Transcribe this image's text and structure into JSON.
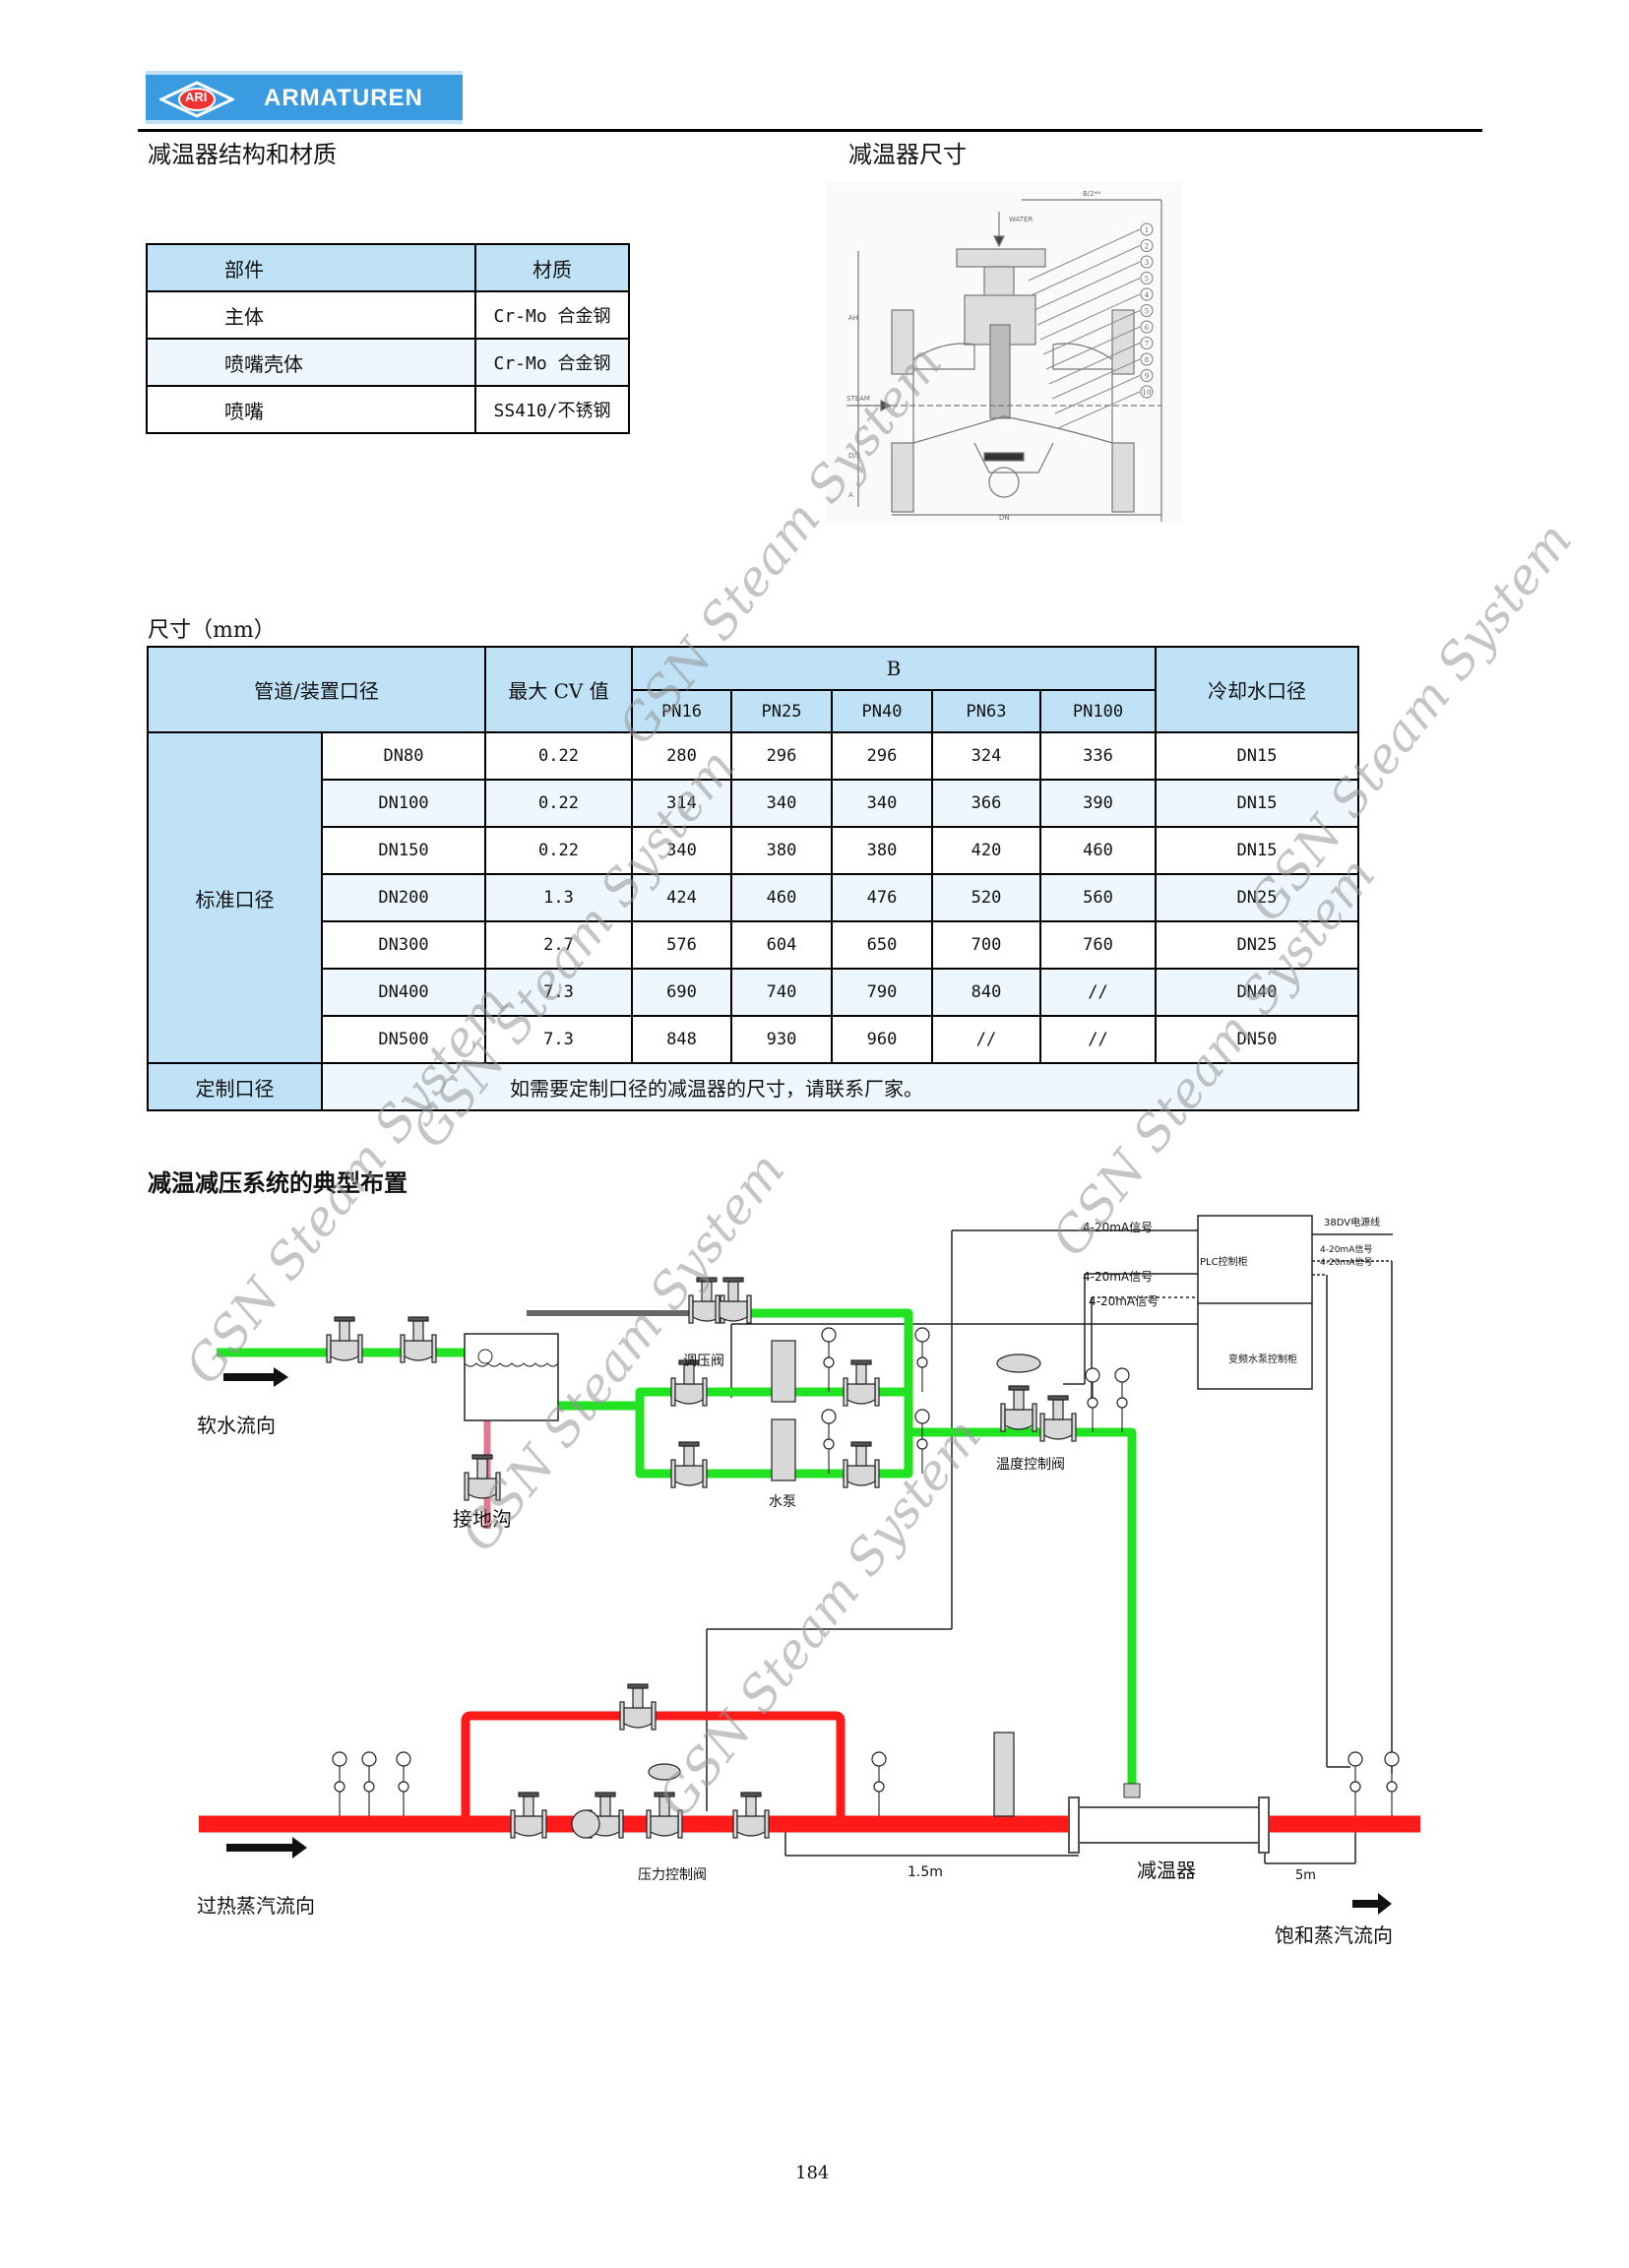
{
  "header": {
    "logo_text": "ARMATUREN",
    "logo_mark": "ARI"
  },
  "sections": {
    "structure_title": "减温器结构和材质",
    "dimensions_drawing_title": "减温器尺寸",
    "dimensions_table_title": "尺寸（mm）",
    "layout_title": "减温减压系统的典型布置"
  },
  "materials_table": {
    "headers": [
      "部件",
      "材质"
    ],
    "rows": [
      [
        "主体",
        "Cr-Mo 合金钢"
      ],
      [
        "喷嘴壳体",
        "Cr-Mo 合金钢"
      ],
      [
        "喷嘴",
        "SS410/不锈钢"
      ]
    ]
  },
  "drawing": {
    "labels": {
      "water": "WATER",
      "steam": "STEAM",
      "b2": "B/2**",
      "dn": "DN",
      "ah": "AH",
      "d2": "D/2",
      "a": "A"
    },
    "callouts": [
      "1",
      "2",
      "3",
      "5",
      "4",
      "5",
      "6",
      "7",
      "8",
      "9",
      "10"
    ]
  },
  "dimensions_table": {
    "header_size": "管道/装置口径",
    "header_cv": "最大 CV 值",
    "header_b": "B",
    "header_cooling": "冷却水口径",
    "pn": [
      "PN16",
      "PN25",
      "PN40",
      "PN63",
      "PN100"
    ],
    "group_label": "标准口径",
    "rows": [
      {
        "dn": "DN80",
        "cv": "0.22",
        "b": [
          "280",
          "296",
          "296",
          "324",
          "336"
        ],
        "cooling": "DN15"
      },
      {
        "dn": "DN100",
        "cv": "0.22",
        "b": [
          "314",
          "340",
          "340",
          "366",
          "390"
        ],
        "cooling": "DN15"
      },
      {
        "dn": "DN150",
        "cv": "0.22",
        "b": [
          "340",
          "380",
          "380",
          "420",
          "460"
        ],
        "cooling": "DN15"
      },
      {
        "dn": "DN200",
        "cv": "1.3",
        "b": [
          "424",
          "460",
          "476",
          "520",
          "560"
        ],
        "cooling": "DN25"
      },
      {
        "dn": "DN300",
        "cv": "2.7",
        "b": [
          "576",
          "604",
          "650",
          "700",
          "760"
        ],
        "cooling": "DN25"
      },
      {
        "dn": "DN400",
        "cv": "7.3",
        "b": [
          "690",
          "740",
          "790",
          "840",
          "//"
        ],
        "cooling": "DN40"
      },
      {
        "dn": "DN500",
        "cv": "7.3",
        "b": [
          "848",
          "930",
          "960",
          "//",
          "//"
        ],
        "cooling": "DN50"
      }
    ],
    "custom_label": "定制口径",
    "custom_note": "如需要定制口径的减温器的尺寸，请联系厂家。"
  },
  "diagram": {
    "soft_water_flow": "软水流向",
    "drain": "接地沟",
    "pressure_reg_valve": "调压阀",
    "pump": "水泵",
    "temp_control_valve": "温度控制阀",
    "signal_1": "4-20mA信号",
    "signal_2": "4-20mA信号",
    "signal_3": "4-20mA信号",
    "power_line": "38DV电源线",
    "signal_right_1": "4-20mA信号",
    "signal_right_2": "4-20mA信号",
    "plc_cabinet": "PLC控制柜",
    "pump_cabinet": "变频水泵控制柜",
    "superheated_flow": "过热蒸汽流向",
    "pressure_control_valve": "压力控制阀",
    "distance_1": "1.5m",
    "desuperheater": "减温器",
    "distance_2": "5m",
    "saturated_flow": "饱和蒸汽流向",
    "colors": {
      "water": "#22e322",
      "steam": "#ff1a1a",
      "drain": "#e07a90"
    }
  },
  "watermark": "GSN Steam System",
  "page_number": "184"
}
